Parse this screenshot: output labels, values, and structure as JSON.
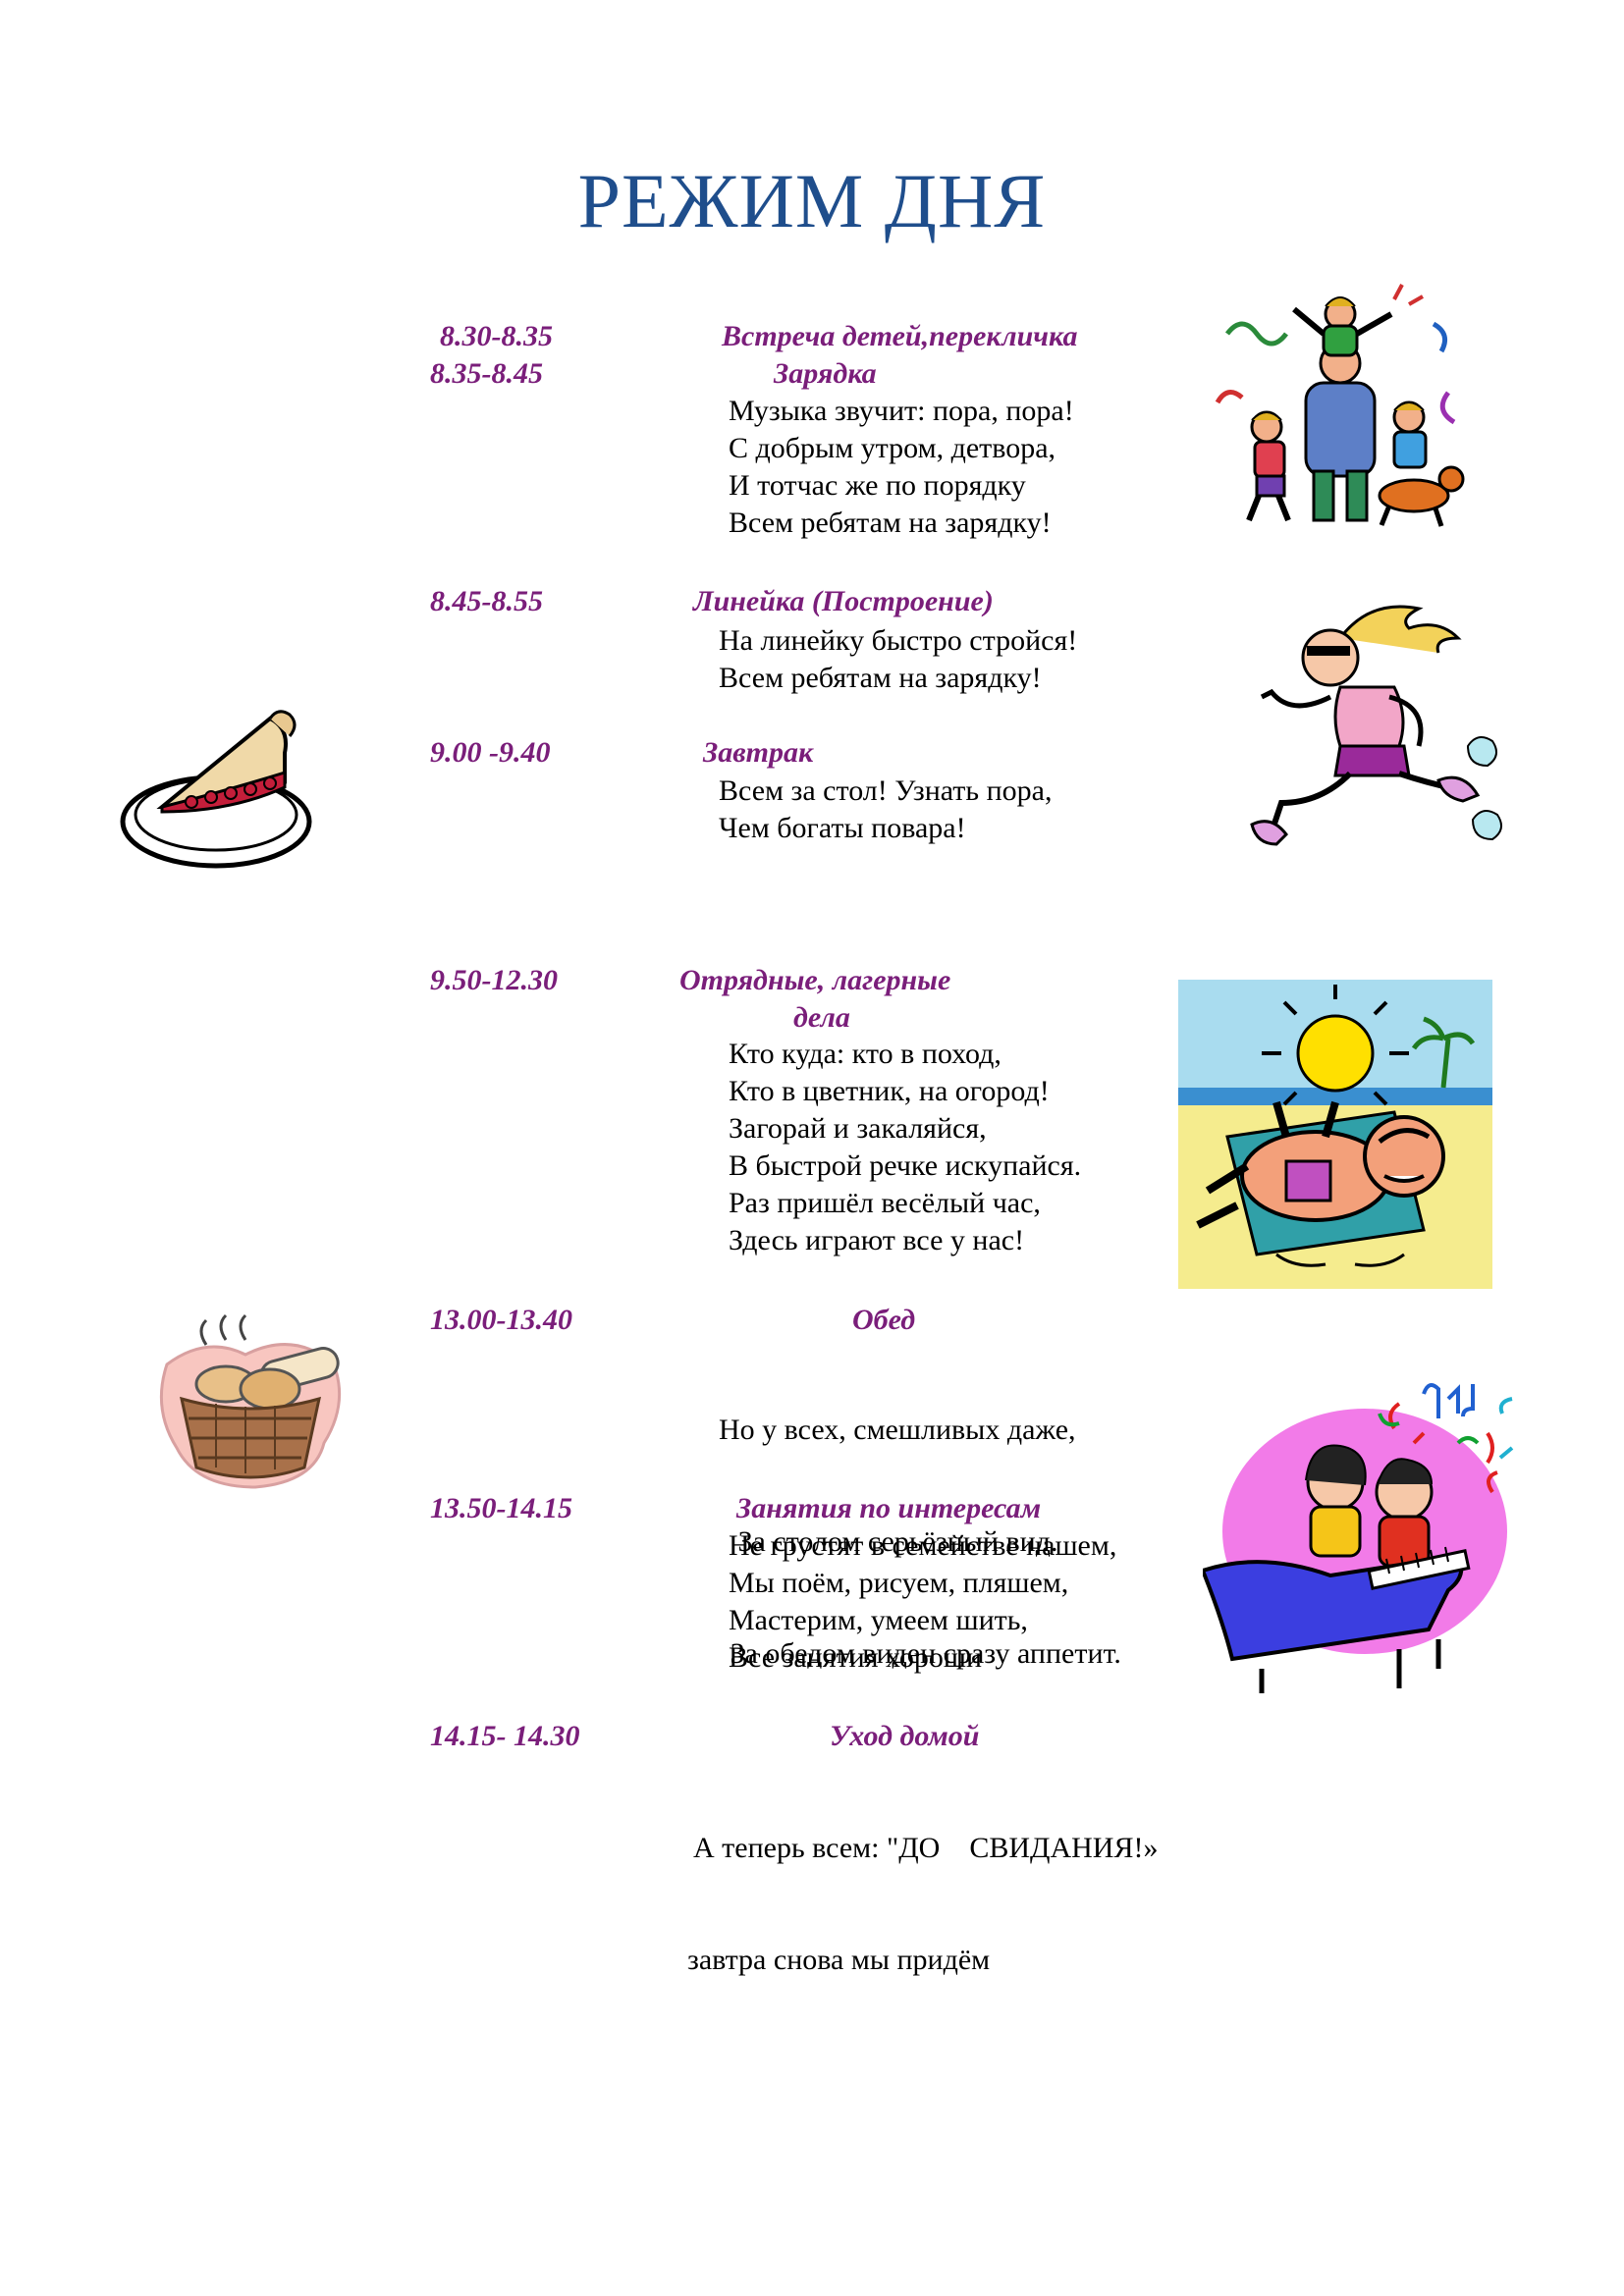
{
  "title": "РЕЖИМ ДНЯ",
  "schedule": [
    {
      "time": "8.30-8.35",
      "activity": "Встреча детей,перекличка"
    },
    {
      "time": "8.35-8.45",
      "activity": "Зарядка",
      "verse": [
        "Музыка звучит: пора, пора!",
        "С добрым утром, детвора,",
        "И тотчас же по порядку",
        "Всем ребятам на зарядку!"
      ]
    },
    {
      "time": "8.45-8.55",
      "activity": "Линейка (Построение)",
      "verse": [
        "На линейку быстро стройся!",
        "Всем ребятам на зарядку!"
      ]
    },
    {
      "time": "9.00 -9.40",
      "activity": "Завтрак",
      "verse": [
        "Всем за стол! Узнать пора,",
        "Чем богаты повара!"
      ]
    },
    {
      "time": "9.50-12.30",
      "activity": "Отрядные, лагерные",
      "activity2": "дела",
      "verse": [
        "Кто куда: кто в поход,",
        "Кто в цветник, на огород!",
        "Загорай и закаляйся,",
        "В быстрой речке искупайся.",
        "Раз пришёл весёлый час,",
        "Здесь играют все у нас!"
      ]
    },
    {
      "time": "13.00-13.40",
      "activity": "Обед",
      "verse": [
        "Но у всех, смешливых даже,",
        " За столом серьёзный вид.",
        " За обедом виден сразу аппетит."
      ]
    },
    {
      "time": "13.50-14.15",
      "activity": "Занятия по интересам",
      "verse": [
        "Не грустят в семействе нашем,",
        "Мы поём, рисуем, пляшем,",
        "Мастерим, умеем шить,",
        "Все занятия хороши"
      ]
    },
    {
      "time": "14.15- 14.30",
      "activity": "Уход домой",
      "verse": [
        "А теперь всем: \"ДО    СВИДАНИЯ!»",
        "завтра снова мы придём"
      ]
    }
  ],
  "colors": {
    "title": "#1f4e8c",
    "accent": "#7a1e7a",
    "text": "#000000"
  },
  "illustrations": [
    "family-exercise-icon",
    "runner-icon",
    "pie-icon",
    "sunbathing-icon",
    "bread-basket-icon",
    "piano-kids-icon"
  ]
}
